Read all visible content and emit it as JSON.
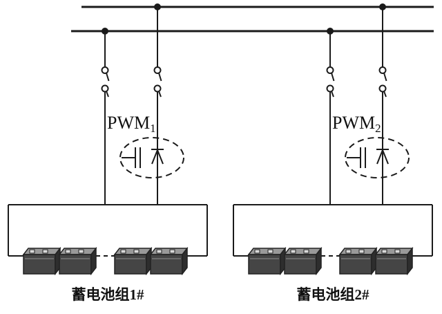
{
  "labels": {
    "pwm1_base": "PWM",
    "pwm1_sub": "1",
    "pwm2_base": "PWM",
    "pwm2_sub": "2",
    "battery_group1": "蓄电池组1#",
    "battery_group2": "蓄电池组2#"
  },
  "icons": {
    "converter": "pwm-converter-igbt-diode",
    "switch": "disconnect-switch",
    "battery": "battery-cell",
    "junction": "junction-dot"
  },
  "colors": {
    "line": "#1a1a1a",
    "battery_front": "#454545",
    "battery_top": "#999999",
    "battery_side": "#2e2e2e",
    "terminal": "#d9d9d9",
    "background": "#ffffff"
  }
}
